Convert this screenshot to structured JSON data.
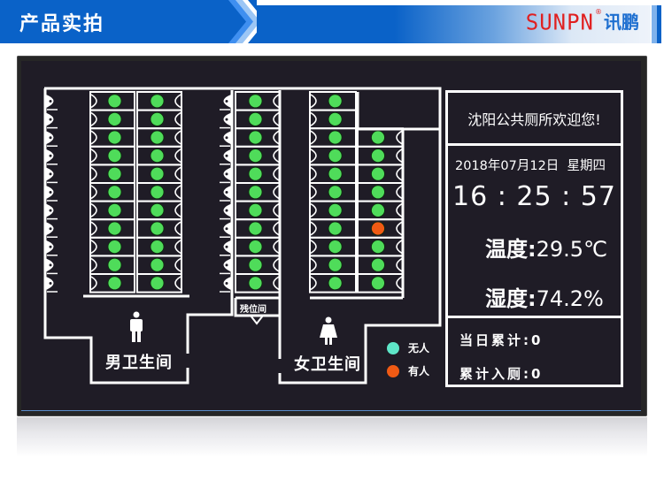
{
  "header": {
    "title": "产品实拍",
    "brand_latin": "SUNPN",
    "brand_registered": "®",
    "brand_chinese": "讯鹏"
  },
  "colors": {
    "header_blue": "#0a62c8",
    "brand_red": "#e02020",
    "brand_blue": "#1e6fd0",
    "screen_bg": "#1f1c26",
    "vacant_green": "#4fdc5a",
    "occupied_orange": "#f05a14",
    "legend_vacant": "#5ee6c8",
    "legend_occupied": "#f05a14"
  },
  "floorplan": {
    "mens_room": {
      "label": "男卫生间",
      "icon": "male-person-icon",
      "urinals": 11,
      "stall_columns": [
        {
          "name": "men-left",
          "stalls": [
            "vacant",
            "vacant",
            "vacant",
            "vacant",
            "vacant",
            "vacant",
            "vacant",
            "vacant",
            "vacant",
            "vacant",
            "vacant"
          ]
        },
        {
          "name": "men-right",
          "stalls": [
            "vacant",
            "vacant",
            "vacant",
            "vacant",
            "vacant",
            "vacant",
            "vacant",
            "vacant",
            "vacant",
            "vacant",
            "vacant"
          ]
        }
      ],
      "urinals_right": 11,
      "accessible_column": {
        "name": "men-accessible-side",
        "stalls": [
          "vacant",
          "vacant",
          "vacant",
          "vacant",
          "vacant",
          "vacant",
          "vacant",
          "vacant",
          "vacant",
          "vacant",
          "vacant"
        ]
      }
    },
    "accessible_room": {
      "label": "残位间"
    },
    "womens_room": {
      "label": "女卫生间",
      "icon": "female-person-icon",
      "stall_columns": [
        {
          "name": "women-left",
          "stalls": [
            "vacant",
            "vacant",
            "vacant",
            "vacant",
            "vacant",
            "vacant",
            "vacant",
            "vacant",
            "vacant",
            "vacant",
            "vacant"
          ]
        },
        {
          "name": "women-right",
          "stalls": [
            "vacant",
            "vacant",
            "vacant",
            "vacant",
            "vacant",
            "occupied",
            "vacant",
            "vacant",
            "vacant"
          ]
        }
      ]
    },
    "legend": [
      {
        "label": "无人",
        "state": "vacant"
      },
      {
        "label": "有人",
        "state": "occupied"
      }
    ]
  },
  "info_panel": {
    "welcome": "沈阳公共厕所欢迎您!",
    "date": "2018年07月12日",
    "weekday": "星期四",
    "time": "16 : 25 : 57",
    "temperature_label": "温度:",
    "temperature_value": "29.5℃",
    "humidity_label": "湿度:",
    "humidity_value": "74.2%",
    "today_total_label": "当日累计:",
    "today_total_value": "0",
    "cumulative_label": "累计入厕:",
    "cumulative_value": "0"
  }
}
